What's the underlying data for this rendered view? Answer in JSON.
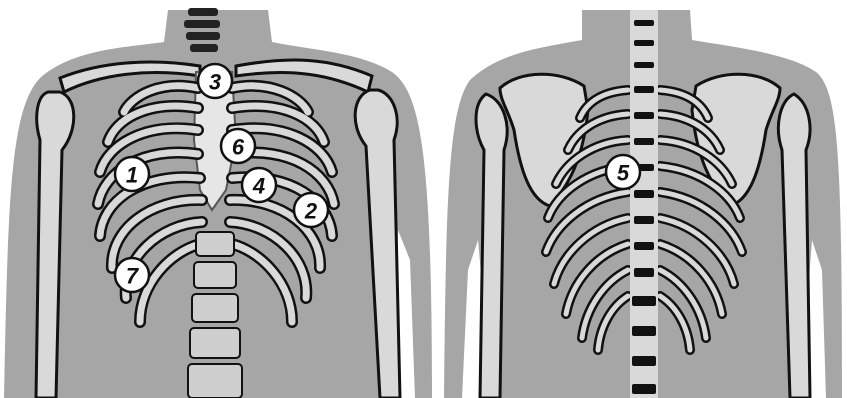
{
  "illustration": {
    "front_view": {
      "callouts": [
        "1",
        "2",
        "3",
        "4",
        "6",
        "7"
      ]
    },
    "back_view": {
      "callouts": [
        "5"
      ]
    }
  },
  "colors": {
    "silhouette": "#a6a6a6",
    "bone_light": "#d9d9d9",
    "bone_mid": "#bfbfbf",
    "bone_dark": "#555555",
    "shadow": "#111111",
    "callout_fill": "#ffffff",
    "callout_stroke": "#111111"
  }
}
